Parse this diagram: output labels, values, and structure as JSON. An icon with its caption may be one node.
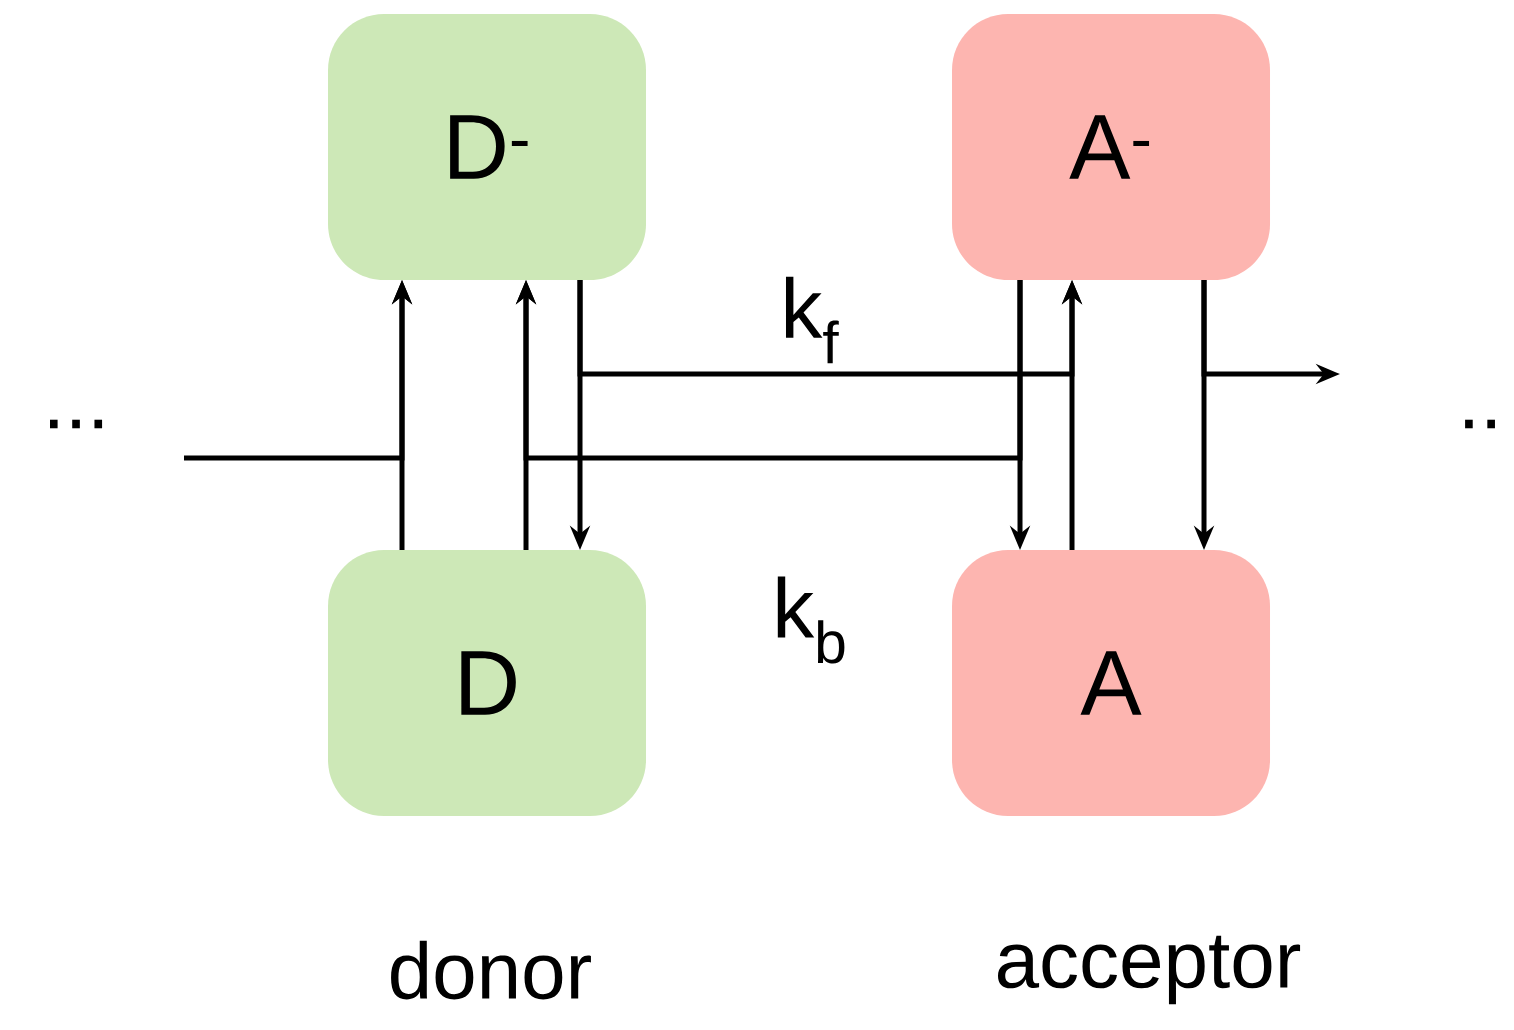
{
  "diagram": {
    "nodes": [
      {
        "text": [
          "D$^{-}$"
        ]
      },
      {
        "text": [
          "A$^{-}$"
        ]
      },
      {
        "text": [
          "D"
        ]
      },
      {
        "text": [
          "A"
        ]
      }
    ],
    "edges": [
      {
        "from": 2,
        "to": 0,
        "arrow": "to"
      },
      {
        "from": 2,
        "to": 0,
        "arrow": "to"
      },
      {
        "from": 0,
        "to": 2,
        "arrow": "to"
      },
      {
        "from": 1,
        "to": 3,
        "arrow": "to"
      },
      {
        "from": 3,
        "to": 1,
        "arrow": "to"
      },
      {
        "from": 1,
        "to": 3,
        "arrow": "to"
      },
      {
        "from": null,
        "to": 0,
        "arrow": "to"
      },
      {
        "from": 0,
        "to": 1,
        "arrow": "to",
        "label": "k$_{f}$"
      },
      {
        "from": 1,
        "to": 0,
        "arrow": "to",
        "label": "k$_{b}$"
      },
      {
        "from": 1,
        "to": null,
        "arrow": "to"
      }
    ],
    "labels": [
      "...",
      "..",
      "donor",
      "acceptor"
    ]
  }
}
